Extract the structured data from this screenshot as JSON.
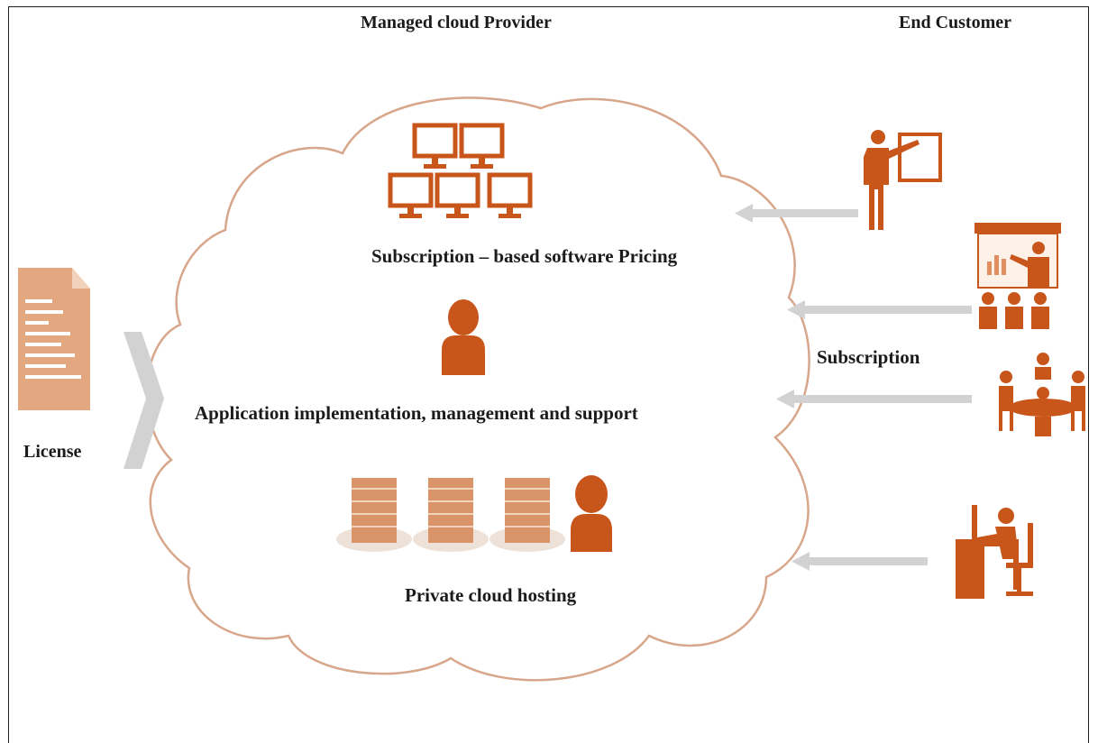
{
  "header": {
    "provider_title": "Managed cloud Provider",
    "customer_title": "End Customer"
  },
  "cloud": {
    "subscription_pricing": "Subscription – based software Pricing",
    "implementation": "Application implementation, management and support",
    "hosting": "Private cloud hosting"
  },
  "license": {
    "label": "License"
  },
  "customer": {
    "subscription_label": "Subscription"
  },
  "icons": {
    "license": "document-icon",
    "computers": "computer-network-icon",
    "support_person": "person-icon",
    "servers": "server-rack-icon",
    "customers": [
      "presenter-icon",
      "classroom-icon",
      "meeting-icon",
      "desk-worker-icon"
    ]
  },
  "colors": {
    "accent": "#c8561a",
    "cloud_stroke": "#d8a68a",
    "arrow": "#d2d2d2",
    "license_doc": "#e3a87f",
    "server": "#d9946a"
  }
}
